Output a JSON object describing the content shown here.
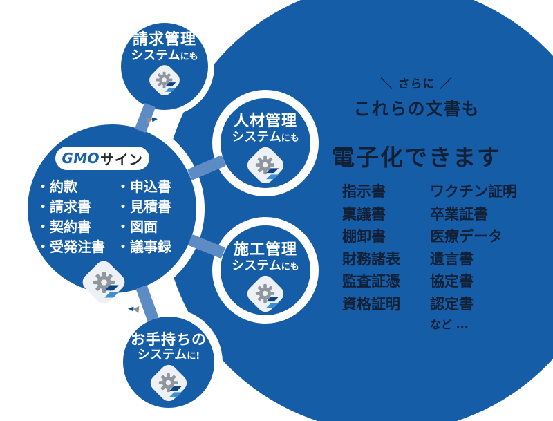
{
  "colors": {
    "primary_blue": "#165da8",
    "connector_blue": "#5d8cc5",
    "dark_navy_text": "#122036",
    "gear_grey": "#8f969d",
    "icon_plate": "#edf0f4",
    "logo_blue": "#1b62ad",
    "logo_dark": "#25282d",
    "sign_mark_dark": "#0d4382",
    "sign_mark_light": "#3e8fd0"
  },
  "hub": {
    "logo_gmo": "GMO",
    "logo_sign": "サイン",
    "bullet": "・",
    "documents_col1": [
      "約款",
      "請求書",
      "契約書",
      "受発注書"
    ],
    "documents_col2": [
      "申込書",
      "見積書",
      "図面",
      "議事録"
    ]
  },
  "satellites": [
    {
      "title": "請求管理",
      "subtitle": "システム",
      "suffix": "にも"
    },
    {
      "title": "人材管理",
      "subtitle": "システム",
      "suffix": "にも"
    },
    {
      "title": "施工管理",
      "subtitle": "システム",
      "suffix": "にも"
    },
    {
      "title": "お手持ちの",
      "subtitle": "システム",
      "suffix": "に!"
    }
  ],
  "right_panel": {
    "kicker": "＼ さらに ／",
    "heading": "これらの文書も",
    "subheading": "電子化できます",
    "documents_col1": [
      "指示書",
      "稟議書",
      "棚卸書",
      "財務諸表",
      "監査証憑",
      "資格証明"
    ],
    "documents_col2": [
      "ワクチン証明",
      "卒業証書",
      "医療データ",
      "遺言書",
      "協定書",
      "認定書"
    ],
    "etc_label": "など ..."
  },
  "icons": {
    "gear": "gear",
    "sign_mark": "S",
    "arrow": "paper-plane-arrow"
  }
}
